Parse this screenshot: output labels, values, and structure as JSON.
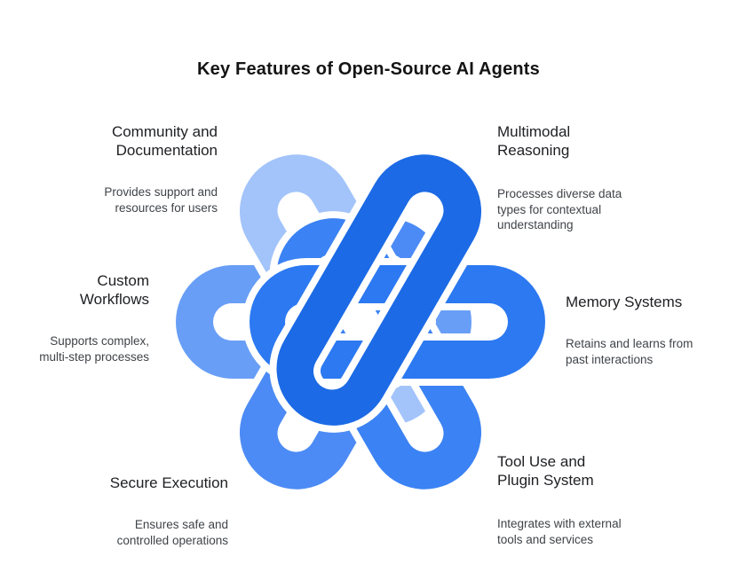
{
  "title": "Key Features of Open-Source AI Agents",
  "knot": {
    "petals": [
      {
        "name": "left",
        "color": "#689EF6"
      },
      {
        "name": "bottom-left",
        "color": "#4C8BF5"
      },
      {
        "name": "top-left",
        "color": "#A3C4FA"
      },
      {
        "name": "bottom-right",
        "color": "#3B82F4"
      },
      {
        "name": "right",
        "color": "#2C79F1"
      },
      {
        "name": "top-right",
        "color": "#1C6AE5"
      }
    ]
  },
  "features": [
    {
      "id": "community-and-documentation",
      "title": "Community and\nDocumentation",
      "description": "Provides support and\nresources for users"
    },
    {
      "id": "multimodal-reasoning",
      "title": "Multimodal\nReasoning",
      "description": "Processes diverse data\ntypes for contextual\nunderstanding"
    },
    {
      "id": "custom-workflows",
      "title": "Custom\nWorkflows",
      "description": "Supports complex,\nmulti-step processes"
    },
    {
      "id": "memory-systems",
      "title": "Memory Systems",
      "description": "Retains and learns from\npast interactions"
    },
    {
      "id": "secure-execution",
      "title": "Secure Execution",
      "description": "Ensures safe and\ncontrolled operations"
    },
    {
      "id": "tool-use-and-plugin-system",
      "title": "Tool Use and\nPlugin System",
      "description": "Integrates with external\ntools and services"
    }
  ]
}
